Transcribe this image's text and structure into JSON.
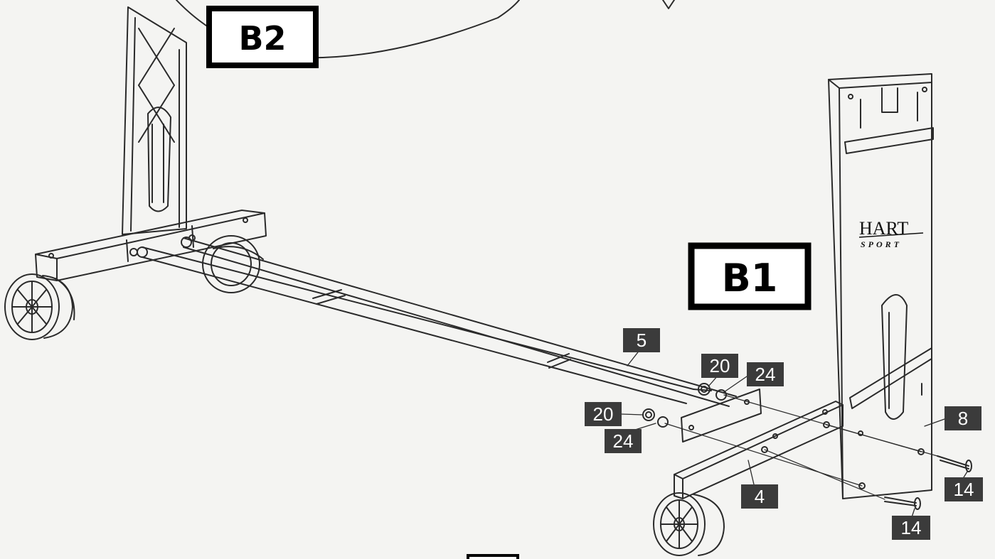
{
  "steps": {
    "b1": "B1",
    "b2": "B2"
  },
  "brand": {
    "main": "HART",
    "sub": "SPORT"
  },
  "part_labels": {
    "p5": "5",
    "p20_top": "20",
    "p24_top": "24",
    "p20_bottom": "20",
    "p24_bottom": "24",
    "p8": "8",
    "p4": "4",
    "p14_right": "14",
    "p14_bottom": "14"
  },
  "colors": {
    "label_fill": "#3b3b3b",
    "label_text": "#ffffff",
    "line": "#2a2a2a",
    "background": "#f4f4f2"
  }
}
